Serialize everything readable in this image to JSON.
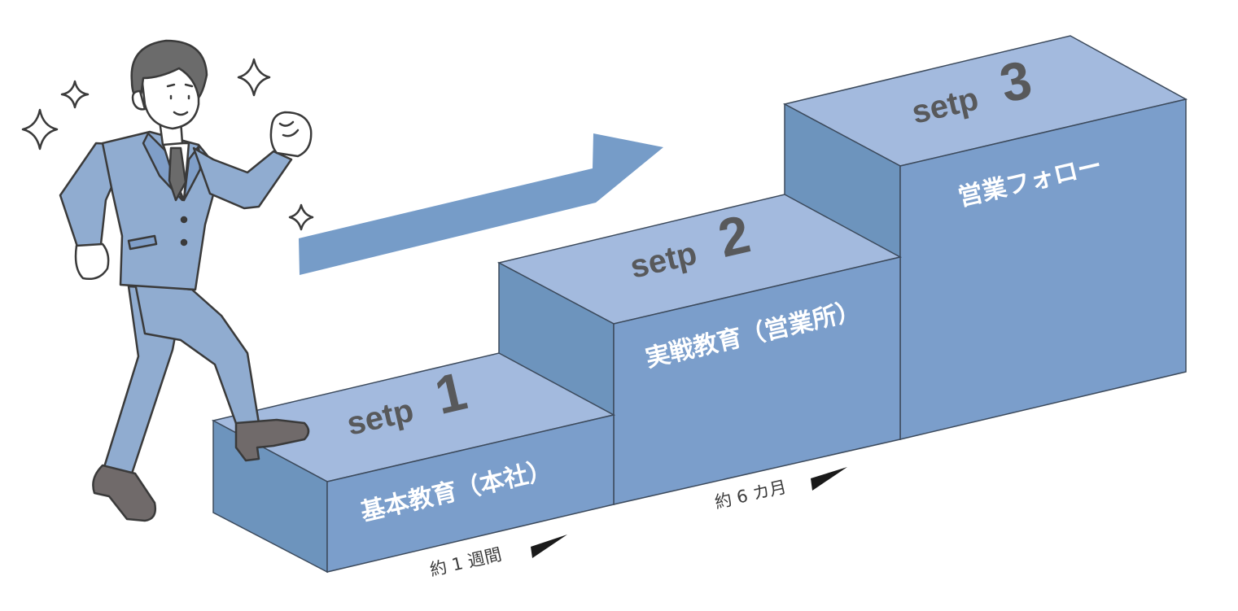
{
  "steps": [
    {
      "word": "setp",
      "number": "1",
      "label": "基本教育（本社）"
    },
    {
      "word": "setp",
      "number": "2",
      "label": "実戦教育（営業所）"
    },
    {
      "word": "setp",
      "number": "3",
      "label": "営業フォロー"
    }
  ],
  "durations": [
    {
      "text": "約 1 週間"
    },
    {
      "text": "約 6 カ月"
    }
  ],
  "colors": {
    "top": "#a3bade",
    "front": "#7b9ecb",
    "side": "#6d94bd",
    "edge": "#3c4a5c",
    "arrow": "#769cc8",
    "suit": "#90acd0",
    "text_dark": "#58595b"
  }
}
